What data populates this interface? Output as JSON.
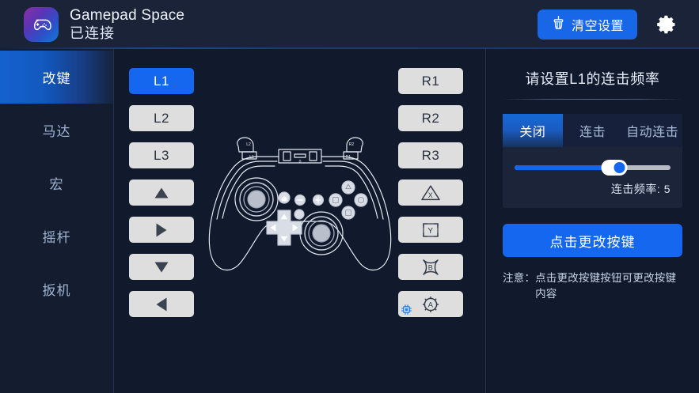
{
  "header": {
    "app_icon": "gamepad-icon",
    "title": "Gamepad Space",
    "status": "已连接",
    "clear_button": {
      "icon": "broom-icon",
      "label": "清空设置"
    },
    "settings_icon": "gear-icon",
    "accent": "#1767e8",
    "background": "#1a2337"
  },
  "sidebar": {
    "items": [
      {
        "label": "改键",
        "active": true
      },
      {
        "label": "马达",
        "active": false
      },
      {
        "label": "宏",
        "active": false
      },
      {
        "label": "摇杆",
        "active": false
      },
      {
        "label": "扳机",
        "active": false
      }
    ],
    "active_gradient": "#1461cf"
  },
  "keys": {
    "left_column": [
      {
        "name": "L1",
        "label": "L1",
        "icon": null,
        "active": true
      },
      {
        "name": "L2",
        "label": "L2",
        "icon": null,
        "active": false
      },
      {
        "name": "L3",
        "label": "L3",
        "icon": null,
        "active": false
      },
      {
        "name": "dpad-up",
        "label": "",
        "icon": "triangle-up-icon",
        "active": false
      },
      {
        "name": "dpad-right",
        "label": "",
        "icon": "triangle-right-icon",
        "active": false
      },
      {
        "name": "dpad-down",
        "label": "",
        "icon": "triangle-down-icon",
        "active": false
      },
      {
        "name": "dpad-left",
        "label": "",
        "icon": "triangle-left-icon",
        "active": false
      }
    ],
    "right_column": [
      {
        "name": "R1",
        "label": "R1",
        "icon": null,
        "active": false,
        "badge": null
      },
      {
        "name": "R2",
        "label": "R2",
        "icon": null,
        "active": false,
        "badge": null
      },
      {
        "name": "R3",
        "label": "R3",
        "icon": null,
        "active": false,
        "badge": null
      },
      {
        "name": "X",
        "label": "X",
        "icon": "x-triangle-icon",
        "active": false,
        "badge": null
      },
      {
        "name": "Y",
        "label": "Y",
        "icon": "y-bracket-icon",
        "active": false,
        "badge": null
      },
      {
        "name": "B",
        "label": "B",
        "icon": "b-star-icon",
        "active": false,
        "badge": null
      },
      {
        "name": "A",
        "label": "A",
        "icon": "a-circle-icon",
        "active": false,
        "badge": "chip-icon"
      }
    ],
    "button_face": "#dedede",
    "button_active": "#1667ef"
  },
  "gamepad_illustration": "controller-line-art",
  "panel": {
    "title": "请设置L1的连击频率",
    "modes": [
      {
        "label": "关闭",
        "active": true
      },
      {
        "label": "连击",
        "active": false
      },
      {
        "label": "自动连击",
        "active": false
      }
    ],
    "slider": {
      "percent": 64,
      "value_label": "连击频率: 5"
    },
    "change_button": "点击更改按键",
    "note_label": "注意：",
    "note_text": "点击更改按键按钮可更改按键内容"
  }
}
